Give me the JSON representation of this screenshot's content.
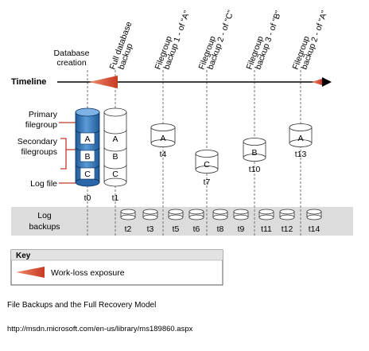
{
  "labels": {
    "database_creation_1": "Database",
    "database_creation_2": "creation",
    "timeline": "Timeline",
    "primary_1": "Primary",
    "primary_2": "filegroup",
    "secondary_1": "Secondary",
    "secondary_2": "filegroups",
    "log_file": "Log file",
    "log_backups_1": "Log",
    "log_backups_2": "backups",
    "key_title": "Key",
    "key_work_loss": "Work-loss exposure"
  },
  "events": [
    {
      "line1": "Full database",
      "line2": "backup"
    },
    {
      "line1": "Filegroup",
      "line2": "backup 1 - of “A”"
    },
    {
      "line1": "Filegroup",
      "line2": "backup 2 - of “C”"
    },
    {
      "line1": "Filegroup",
      "line2": "backup 3 - of “B”"
    },
    {
      "line1": "Filegroup",
      "line2": "backup 2 - of “A”"
    }
  ],
  "database_stack": [
    "A",
    "B",
    "C"
  ],
  "full_backup_stack": [
    "A",
    "B",
    "C"
  ],
  "filegroup_backups": [
    {
      "letter": "A",
      "time": "t4"
    },
    {
      "letter": "C",
      "time": "t7"
    },
    {
      "letter": "B",
      "time": "t10"
    },
    {
      "letter": "A",
      "time": "t13"
    }
  ],
  "times": {
    "t0": "t0",
    "t1": "t1"
  },
  "log_backups": [
    "t2",
    "t3",
    "t5",
    "t6",
    "t8",
    "t9",
    "t11",
    "t12",
    "t14"
  ],
  "caption": {
    "title": "File Backups and the Full Recovery Model",
    "url": "http://msdn.microsoft.com/en-us/library/ms189860.aspx"
  },
  "colors": {
    "database_blue": "#2e6fb4",
    "red_arrow": "#d9442c",
    "log_band": "#dcdcdc",
    "cylinder_fill": "#ffffff"
  }
}
